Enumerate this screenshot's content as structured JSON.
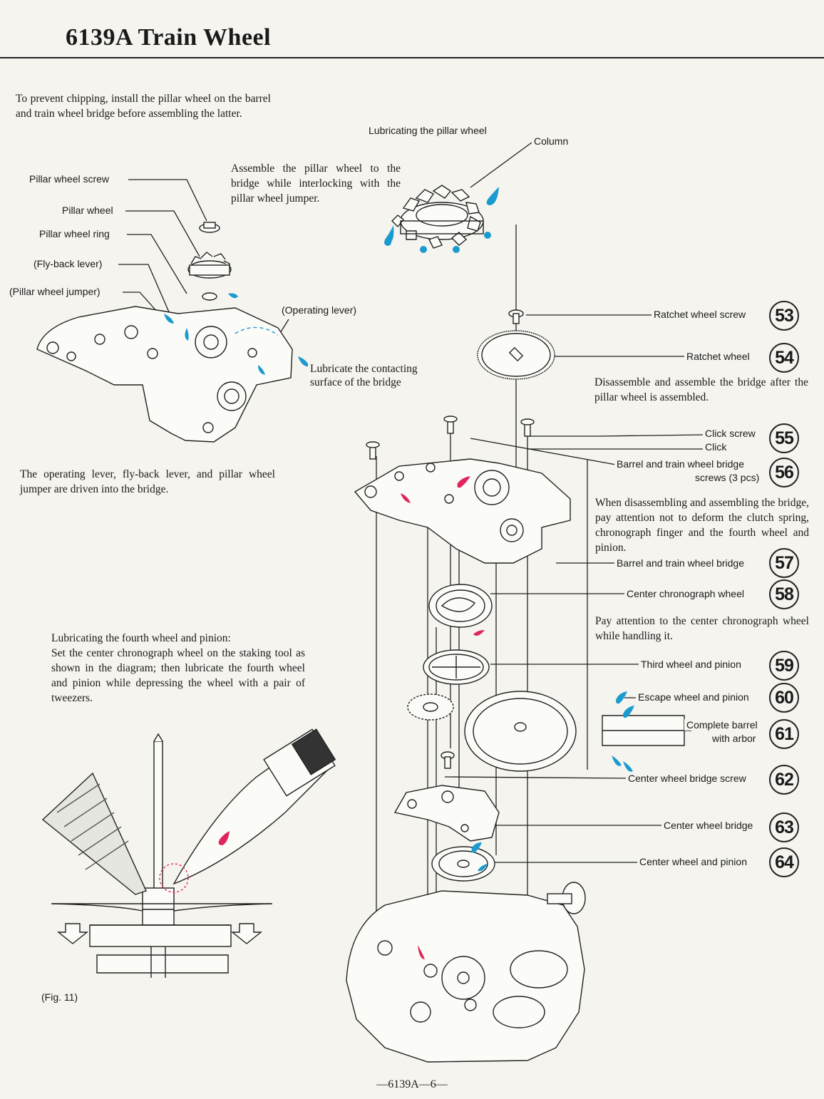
{
  "page": {
    "title": "6139A Train Wheel",
    "footer": "—6139A—6—",
    "colors": {
      "lubricant_blue": "#1a9bd0",
      "lubricant_red": "#e0245e",
      "ink": "#222222"
    }
  },
  "notes": {
    "chipping": "To prevent chipping, install the pillar wheel on the barrel and train wheel bridge before assembling the latter.",
    "assemble_pillar": "Assemble the pillar wheel to the bridge while interlocking with the pillar wheel jumper.",
    "driven": "The operating lever, fly-back lever, and pillar wheel jumper are driven into the bridge.",
    "fourth_wheel_heading": "Lubricating the fourth wheel and pinion:",
    "fourth_wheel_body": "Set the center chronograph wheel on the staking tool as shown in the diagram; then lubricate the fourth wheel and pinion while depressing the wheel with a pair of tweezers.",
    "bridge_after": "Disassemble and assemble the bridge after the pillar wheel is assembled.",
    "deform": "When disassembling and assembling the bridge, pay attention not to deform the clutch spring, chronograph finger and the fourth wheel and pinion.",
    "center_chrono": "Pay attention to the center chronograph wheel while handling it."
  },
  "left_labels": {
    "pillar_wheel_screw": "Pillar wheel screw",
    "pillar_wheel": "Pillar wheel",
    "pillar_wheel_ring": "Pillar wheel ring",
    "fly_back_lever": "(Fly-back lever)",
    "pillar_wheel_jumper": "(Pillar wheel jumper)",
    "operating_lever": "(Operating lever)",
    "lubricate_contacting": "Lubricate the contacting",
    "surface_of_bridge": "surface of the bridge",
    "lubricating_pillar_wheel": "Lubricating the pillar wheel",
    "column": "Column",
    "fig": "(Fig. 11)"
  },
  "parts": [
    {
      "num": "53",
      "label": "Ratchet wheel screw"
    },
    {
      "num": "54",
      "label": "Ratchet wheel"
    },
    {
      "num": "55",
      "label": "Click screw",
      "label2": "Click"
    },
    {
      "num": "56",
      "label": "Barrel and train wheel bridge",
      "label2": "screws (3 pcs)"
    },
    {
      "num": "57",
      "label": "Barrel and train wheel bridge"
    },
    {
      "num": "58",
      "label": "Center chronograph wheel"
    },
    {
      "num": "59",
      "label": "Third wheel and pinion"
    },
    {
      "num": "60",
      "label": "Escape wheel and pinion"
    },
    {
      "num": "61",
      "label": "Complete barrel",
      "label2": "with arbor"
    },
    {
      "num": "62",
      "label": "Center wheel bridge screw"
    },
    {
      "num": "63",
      "label": "Center wheel bridge"
    },
    {
      "num": "64",
      "label": "Center wheel and pinion"
    }
  ]
}
